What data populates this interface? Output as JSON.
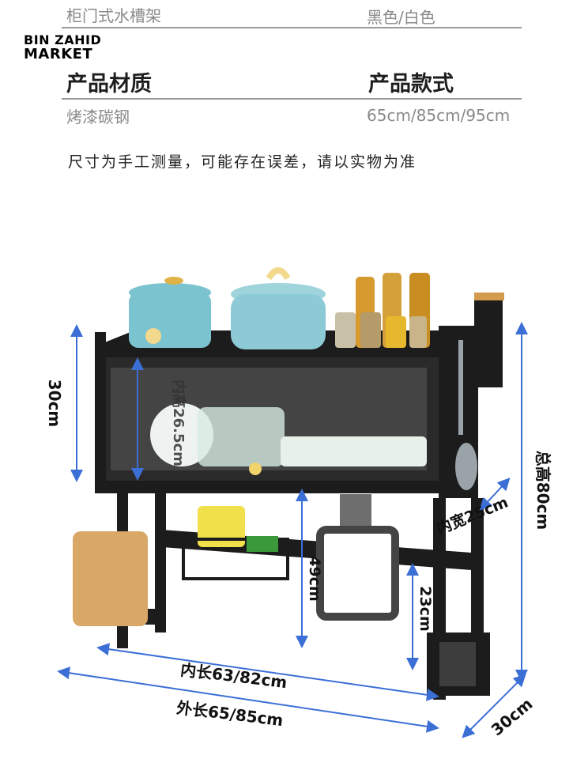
{
  "specs": {
    "row1_left": "柜门式水槽架",
    "row1_right": "黑色/白色",
    "row2_left_title": "产品材质",
    "row2_right_title": "产品款式",
    "row3_left": "烤漆碳钢",
    "row3_right": "65cm/85cm/95cm"
  },
  "note": "尺寸为手工测量，可能存在误差，请以实物为准",
  "watermark": {
    "line1": "BIN ZAHID",
    "line2": "MARKET"
  },
  "dimensions": {
    "height_upper": "30cm",
    "inner_height": "内高26.5cm",
    "total_height": "总高80cm",
    "inner_width": "内宽25cm",
    "height_mid": "49cm",
    "height_lower": "23cm",
    "inner_length": "内长63/82cm",
    "outer_length": "外长65/85cm",
    "depth": "30cm"
  },
  "colors": {
    "rack": "#1c1c1c",
    "pot_blue": "#7cc3d0",
    "arrow_blue": "#3b6fd6"
  }
}
